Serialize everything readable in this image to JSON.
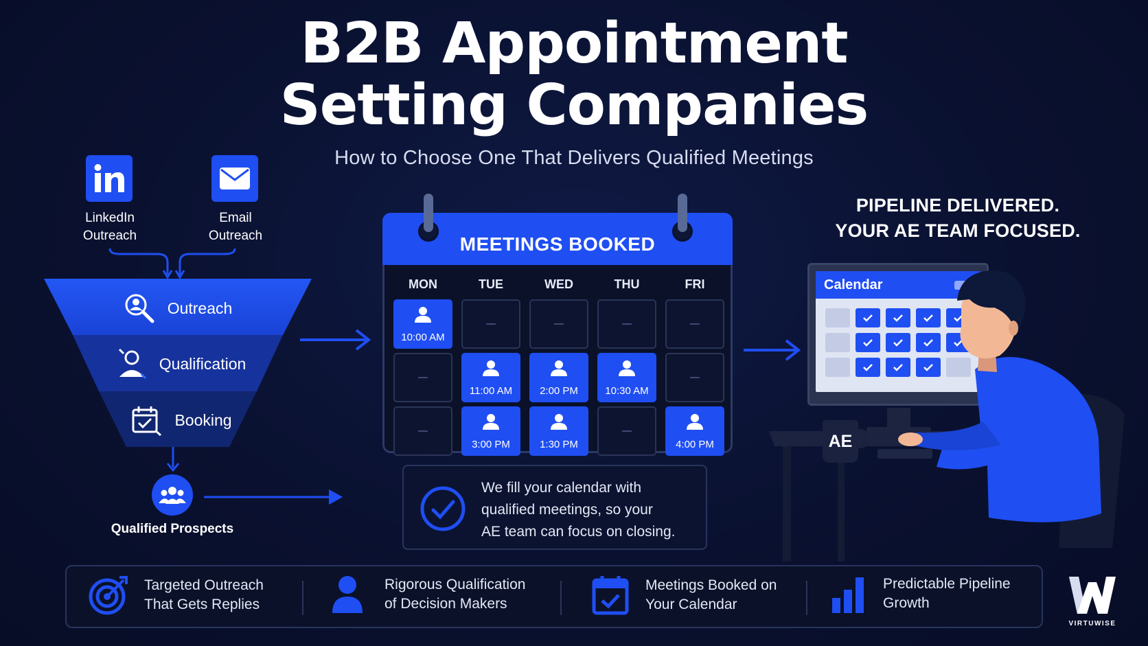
{
  "header": {
    "title_line1": "B2B Appointment",
    "title_line2": "Setting Companies",
    "subtitle": "How to Choose One That Delivers Qualified Meetings"
  },
  "channels": [
    {
      "icon": "linkedin-icon",
      "line1": "LinkedIn",
      "line2": "Outreach"
    },
    {
      "icon": "envelope-icon",
      "line1": "Email",
      "line2": "Outreach"
    }
  ],
  "funnel": {
    "stages": [
      {
        "icon": "search-person-icon",
        "label": "Outreach"
      },
      {
        "icon": "person-icon",
        "label": "Qualification"
      },
      {
        "icon": "calendar-check-icon",
        "label": "Booking"
      }
    ],
    "result_label": "Qualified Prospects",
    "result_icon": "group-icon"
  },
  "calendar": {
    "title": "MEETINGS BOOKED",
    "days": [
      "MON",
      "TUE",
      "WED",
      "THU",
      "FRI"
    ],
    "columns": [
      [
        {
          "time": "10:00 AM"
        },
        {
          "time": ""
        },
        {
          "time": ""
        }
      ],
      [
        {
          "time": ""
        },
        {
          "time": "11:00 AM"
        },
        {
          "time": "3:00 PM"
        }
      ],
      [
        {
          "time": ""
        },
        {
          "time": "2:00 PM"
        },
        {
          "time": "1:30 PM"
        }
      ],
      [
        {
          "time": ""
        },
        {
          "time": "10:30 AM"
        },
        {
          "time": ""
        }
      ],
      [
        {
          "time": ""
        },
        {
          "time": ""
        },
        {
          "time": "4:00 PM"
        }
      ]
    ]
  },
  "statement": {
    "line1": "We fill your calendar with",
    "line2": "qualified meetings, so your",
    "line3": "AE team can focus on closing."
  },
  "right": {
    "tagline_line1": "PIPELINE DELIVERED.",
    "tagline_line2": "YOUR AE TEAM FOCUSED.",
    "monitor_title": "Calendar",
    "mug_label": "AE"
  },
  "benefits": [
    {
      "icon": "target-icon",
      "line1": "Targeted Outreach",
      "line2": "That Gets Replies"
    },
    {
      "icon": "person-icon",
      "line1": "Rigorous Qualification",
      "line2": "of Decision Makers"
    },
    {
      "icon": "calendar-check-icon",
      "line1": "Meetings Booked on",
      "line2": "Your Calendar"
    },
    {
      "icon": "bar-chart-icon",
      "line1": "Predictable Pipeline",
      "line2": "Growth"
    }
  ],
  "brand": {
    "logo_text": "VIRTUWISE"
  },
  "colors": {
    "accent": "#1f4ef2",
    "background": "#0b1230",
    "border": "#28345c"
  }
}
